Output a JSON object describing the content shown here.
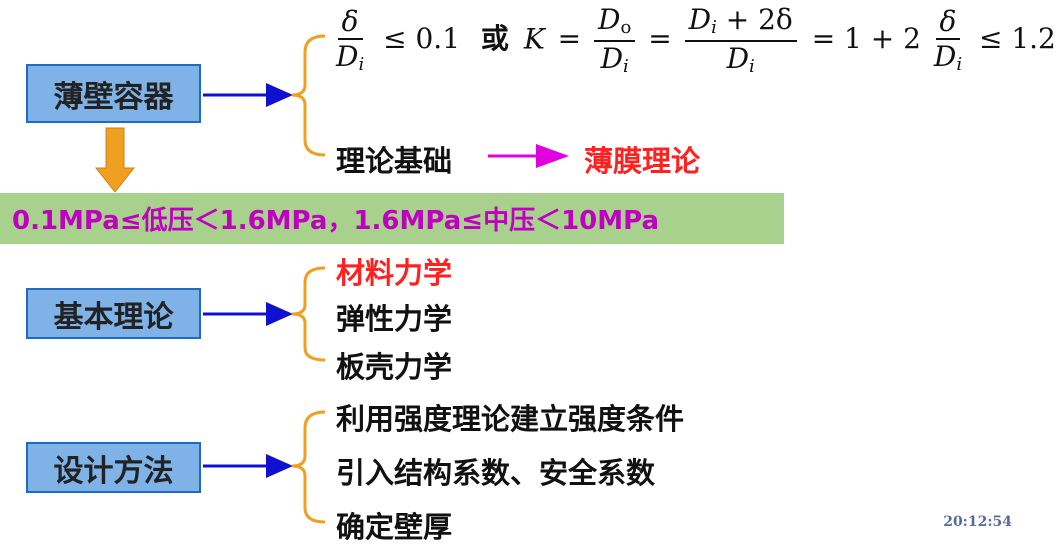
{
  "sections": {
    "thin": {
      "label": "薄壁容器",
      "formula": {
        "delta": "δ",
        "Di": "D",
        "i": "i",
        "leq01": "≤ 0.1",
        "or": "或",
        "K": "K",
        "eq": "=",
        "Do": "D",
        "o": "o",
        "num2": "D",
        "num2sub": "i",
        "plus2delta": " + 2δ",
        "eq3": "= 1 + 2",
        "leq12": "≤ 1.2"
      },
      "theory_label": "理论基础",
      "theory_value": "薄膜理论"
    },
    "banner": "0.1MPa≤低压＜1.6MPa，1.6MPa≤中压＜10MPa",
    "basic": {
      "label": "基本理论",
      "items": [
        "材料力学",
        "弹性力学",
        "板壳力学"
      ]
    },
    "design": {
      "label": "设计方法",
      "items": [
        "利用强度理论建立强度条件",
        "引入结构系数、安全系数",
        "确定壁厚"
      ]
    }
  },
  "timestamp": "20:12:54",
  "colors": {
    "box_fill": "#7fb3e8",
    "box_border": "#1f6bbf",
    "arrow_blue": "#1010d0",
    "arrow_magenta": "#e000e0",
    "bracket_orange": "#f0a020",
    "down_arrow": "#f0a020",
    "banner_fill": "#a9d18e",
    "banner_text": "#c000c0",
    "highlight_red": "#ff2020"
  }
}
